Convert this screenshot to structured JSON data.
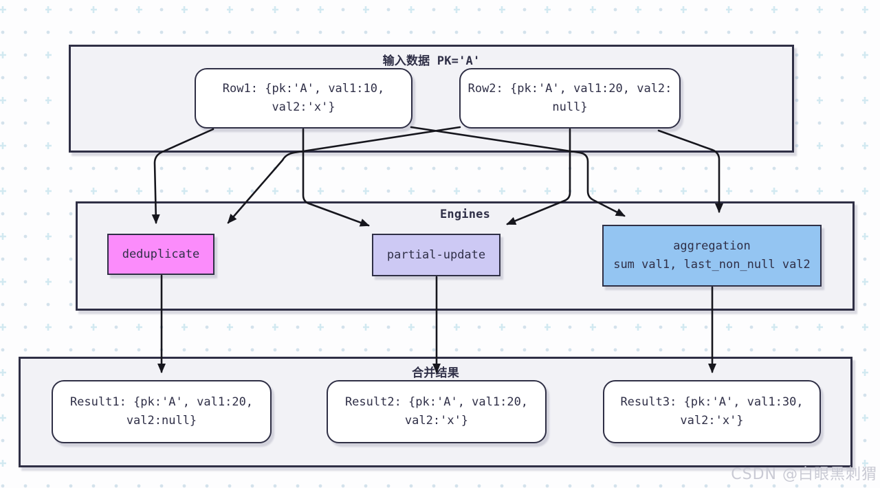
{
  "diagram": {
    "input_section": {
      "title": "输入数据 PK='A'"
    },
    "engines_section": {
      "title": "Engines"
    },
    "results_section": {
      "title": "合并结果"
    },
    "nodes": {
      "row1": "Row1: {pk:'A', val1:10,\nval2:'x'}",
      "row2": "Row2: {pk:'A', val1:20, val2:\nnull}",
      "deduplicate": "deduplicate",
      "partial_update": "partial-update",
      "aggregation": "aggregation\nsum val1, last_non_null val2",
      "result1": "Result1: {pk:'A', val1:20,\nval2:null}",
      "result2": "Result2: {pk:'A', val1:20,\nval2:'x'}",
      "result3": "Result3: {pk:'A', val1:30,\nval2:'x'}"
    },
    "edges": [
      {
        "from": "row1",
        "to": "deduplicate"
      },
      {
        "from": "row1",
        "to": "partial_update"
      },
      {
        "from": "row1",
        "to": "aggregation"
      },
      {
        "from": "row2",
        "to": "deduplicate"
      },
      {
        "from": "row2",
        "to": "partial_update"
      },
      {
        "from": "row2",
        "to": "aggregation"
      },
      {
        "from": "deduplicate",
        "to": "result1"
      },
      {
        "from": "partial_update",
        "to": "result2"
      },
      {
        "from": "aggregation",
        "to": "result3"
      }
    ],
    "colors": {
      "deduplicate_fill": "#fb8cfb",
      "partial_update_fill": "#cdc9f4",
      "aggregation_fill": "#94c5f2",
      "node_border": "#2f2f45",
      "section_fill": "#f2f2f6",
      "arrow": "#16161d",
      "pattern_plus": "#d2e9f1",
      "pattern_dot": "#d3e2ec"
    }
  },
  "watermark": "CSDN @白眼黑刺猬"
}
